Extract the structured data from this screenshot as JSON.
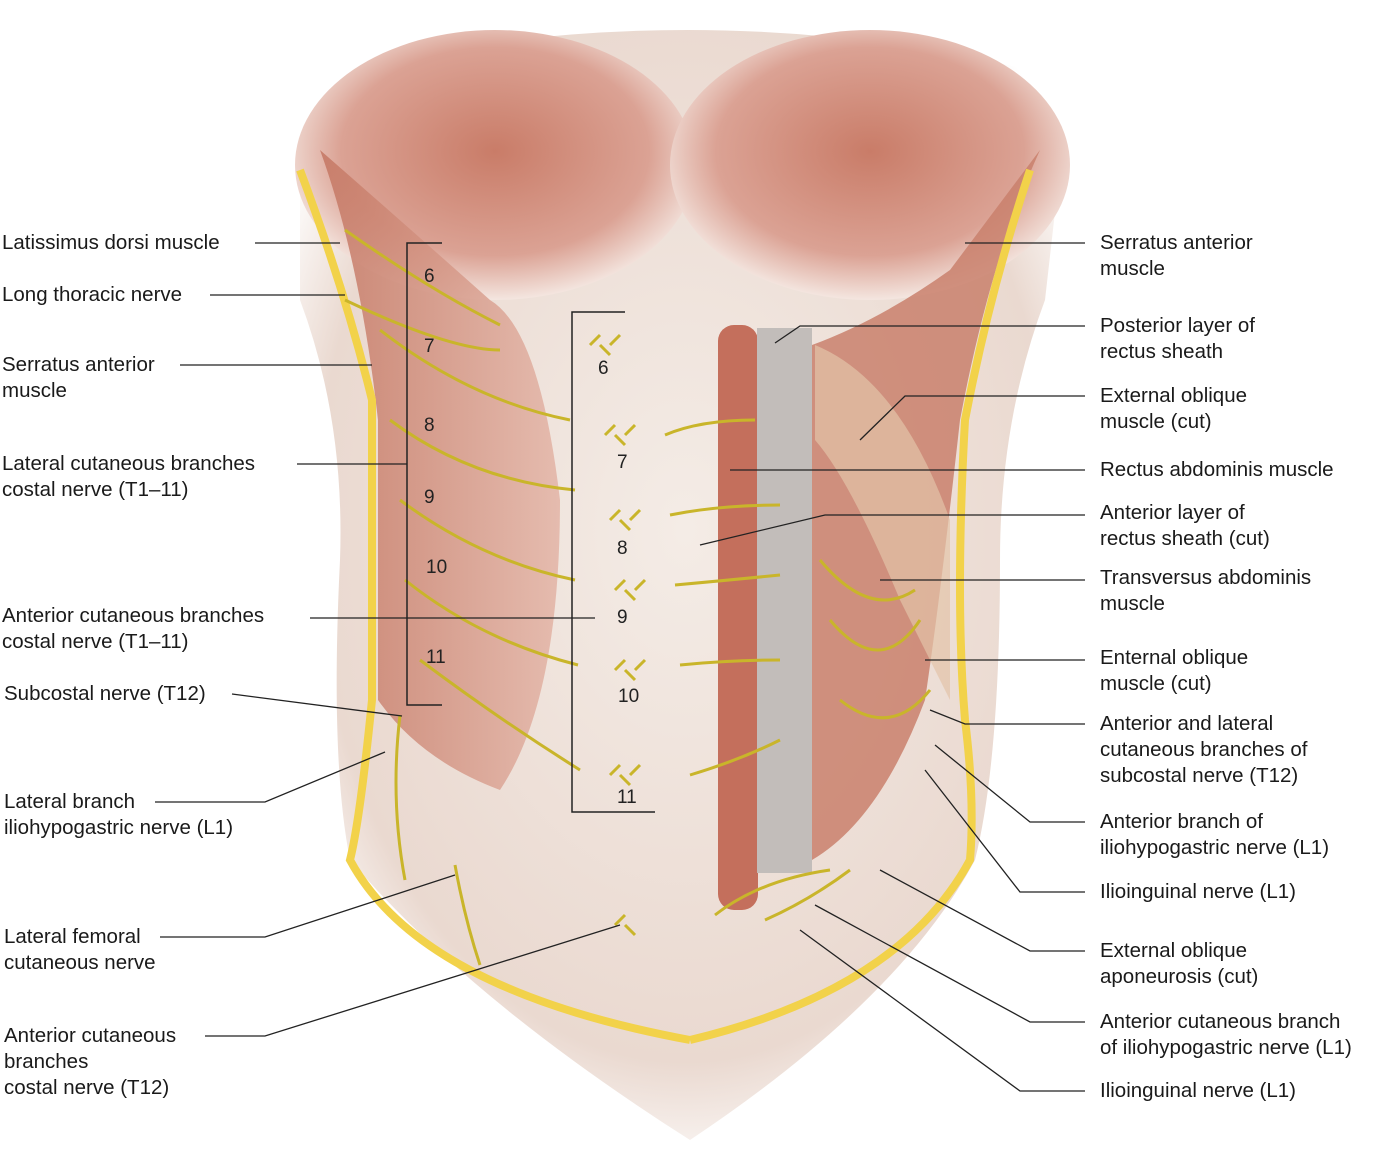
{
  "left_labels": [
    {
      "lines": [
        "Latissimus dorsi muscle"
      ]
    },
    {
      "lines": [
        "Long thoracic nerve"
      ]
    },
    {
      "lines": [
        "Serratus anterior",
        "muscle"
      ]
    },
    {
      "lines": [
        "Lateral cutaneous branches",
        "costal nerve (T1–11)"
      ]
    },
    {
      "lines": [
        "Anterior cutaneous branches",
        "costal nerve (T1–11)"
      ]
    },
    {
      "lines": [
        "Subcostal nerve (T12)"
      ]
    },
    {
      "lines": [
        "Lateral branch",
        "iliohypogastric nerve (L1)"
      ]
    },
    {
      "lines": [
        "Lateral femoral",
        "cutaneous nerve"
      ]
    },
    {
      "lines": [
        "Anterior cutaneous",
        "branches",
        "costal nerve (T12)"
      ]
    }
  ],
  "right_labels": [
    {
      "lines": [
        "Serratus anterior",
        "muscle"
      ]
    },
    {
      "lines": [
        "Posterior layer of",
        "rectus sheath"
      ]
    },
    {
      "lines": [
        "External oblique",
        "muscle (cut)"
      ]
    },
    {
      "lines": [
        "Rectus abdominis muscle"
      ]
    },
    {
      "lines": [
        "Anterior layer of",
        "rectus sheath (cut)"
      ]
    },
    {
      "lines": [
        "Transversus abdominis",
        "muscle"
      ]
    },
    {
      "lines": [
        "Enternal oblique",
        "muscle (cut)"
      ]
    },
    {
      "lines": [
        "Anterior and lateral",
        "cutaneous branches of",
        "subcostal nerve (T12)"
      ]
    },
    {
      "lines": [
        "Anterior branch of",
        "iliohypogastric nerve (L1)"
      ]
    },
    {
      "lines": [
        "Ilioinguinal nerve (L1)"
      ]
    },
    {
      "lines": [
        "External oblique",
        "aponeurosis (cut)"
      ]
    },
    {
      "lines": [
        "Anterior cutaneous branch",
        "of iliohypogastric nerve (L1)"
      ]
    },
    {
      "lines": [
        "Ilioinguinal nerve (L1)"
      ]
    }
  ],
  "lateral_segment_numbers": [
    "6",
    "7",
    "8",
    "9",
    "10",
    "11"
  ],
  "anterior_segment_numbers": [
    "6",
    "7",
    "8",
    "9",
    "10",
    "11"
  ],
  "colors": {
    "nerve": "#c9b52a",
    "fat": "#f2d24a",
    "muscle": "#c97f6c",
    "skin": "#efe6e0",
    "sheath": "#bdb8b5"
  }
}
